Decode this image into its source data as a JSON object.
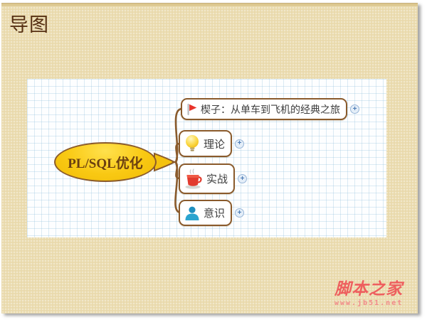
{
  "window": {
    "title": "导图"
  },
  "mindmap": {
    "root": {
      "label": "PL/SQL优化"
    },
    "branches": [
      {
        "label": "楔子：从单车到飞机的经典之旅",
        "icon": "flag-icon"
      },
      {
        "label": "理论",
        "icon": "lightbulb-icon"
      },
      {
        "label": "实战",
        "icon": "coffee-cup-icon"
      },
      {
        "label": "意识",
        "icon": "person-icon"
      }
    ],
    "expand_label": "+"
  },
  "watermark": {
    "site_name": "脚本之家",
    "site_url": "www.jb51.net"
  },
  "colors": {
    "page_background": "#e9d9ab",
    "branch_border": "#8a5a2b",
    "root_fill": "#f9c913",
    "root_text": "#6b4010",
    "canvas_grid": "#d9e8f1",
    "flag_red": "#e8332a",
    "watermark_red": "#ee5e5e"
  }
}
